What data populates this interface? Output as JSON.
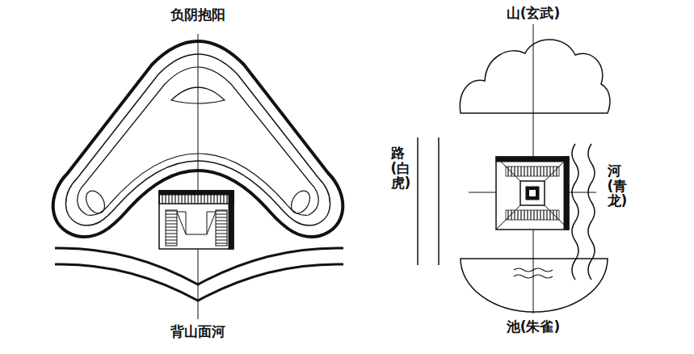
{
  "diagram": {
    "labels": [
      "负阴抱阳",
      "背山面河",
      "山(玄武)",
      "路(白虎)",
      "河(青龙)",
      "池(朱雀)"
    ]
  }
}
